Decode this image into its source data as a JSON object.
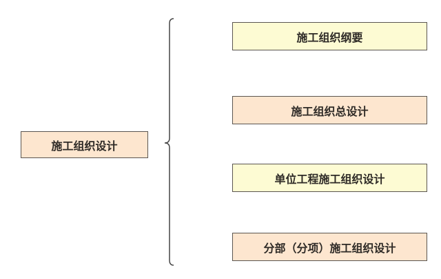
{
  "root": {
    "label": "施工组织设计",
    "color": "#fde6cf"
  },
  "children": [
    {
      "label": "施工组织纲要",
      "color": "#fdfbd3"
    },
    {
      "label": "施工组织总设计",
      "color": "#fde6cf"
    },
    {
      "label": "单位工程施工组织设计",
      "color": "#fdfbd3"
    },
    {
      "label": "分部（分项）施工组织设计",
      "color": "#fde6cf"
    }
  ]
}
